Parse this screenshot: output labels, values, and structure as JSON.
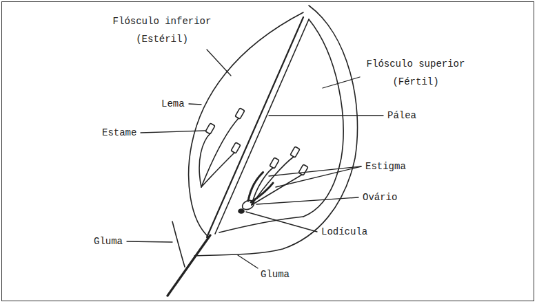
{
  "diagram": {
    "labels": [
      "Flósculo inferior (Estéril)",
      "Flósculo superior (Fértil)",
      "Lema",
      "Estame",
      "Pálea",
      "Estigma",
      "Ovário",
      "Lodícula",
      "Gluma",
      "Gluma"
    ]
  }
}
